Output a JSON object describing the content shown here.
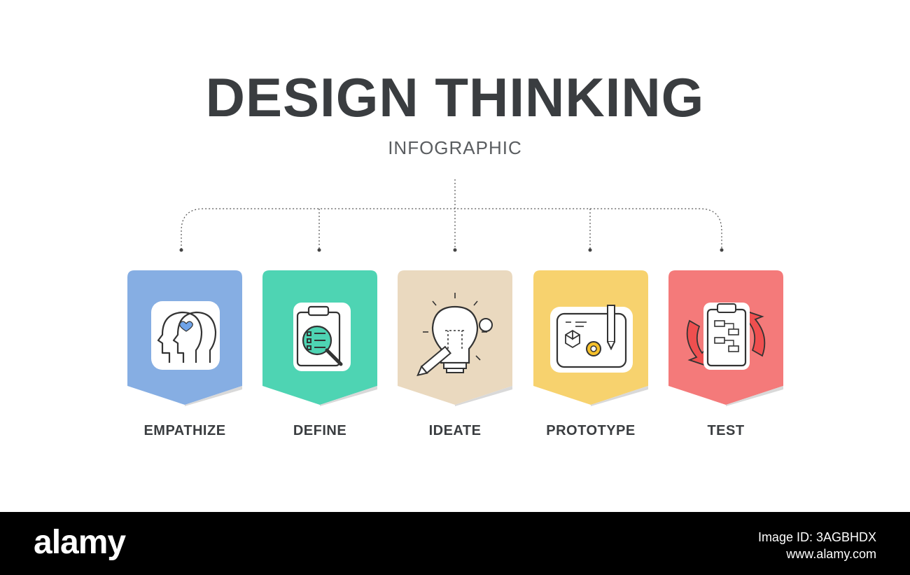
{
  "header": {
    "title": "DESIGN THINKING",
    "subtitle": "INFOGRAPHIC"
  },
  "steps": [
    {
      "label": "EMPATHIZE",
      "icon": "heads-heart-icon",
      "color": "#86aee3"
    },
    {
      "label": "DEFINE",
      "icon": "clipboard-magnifier-icon",
      "color": "#4ed4b3"
    },
    {
      "label": "IDEATE",
      "icon": "lightbulb-pencil-icon",
      "color": "#ead9bf"
    },
    {
      "label": "PROTOTYPE",
      "icon": "blueprint-gear-icon",
      "color": "#f7d26e"
    },
    {
      "label": "TEST",
      "icon": "clipboard-cycle-icon",
      "color": "#f47a7a"
    }
  ],
  "colors": {
    "text": "#3a3d40",
    "connector": "#555555"
  },
  "footer": {
    "brand": "alamy",
    "image_id": "Image ID: 3AGBHDX",
    "site": "www.alamy.com"
  }
}
